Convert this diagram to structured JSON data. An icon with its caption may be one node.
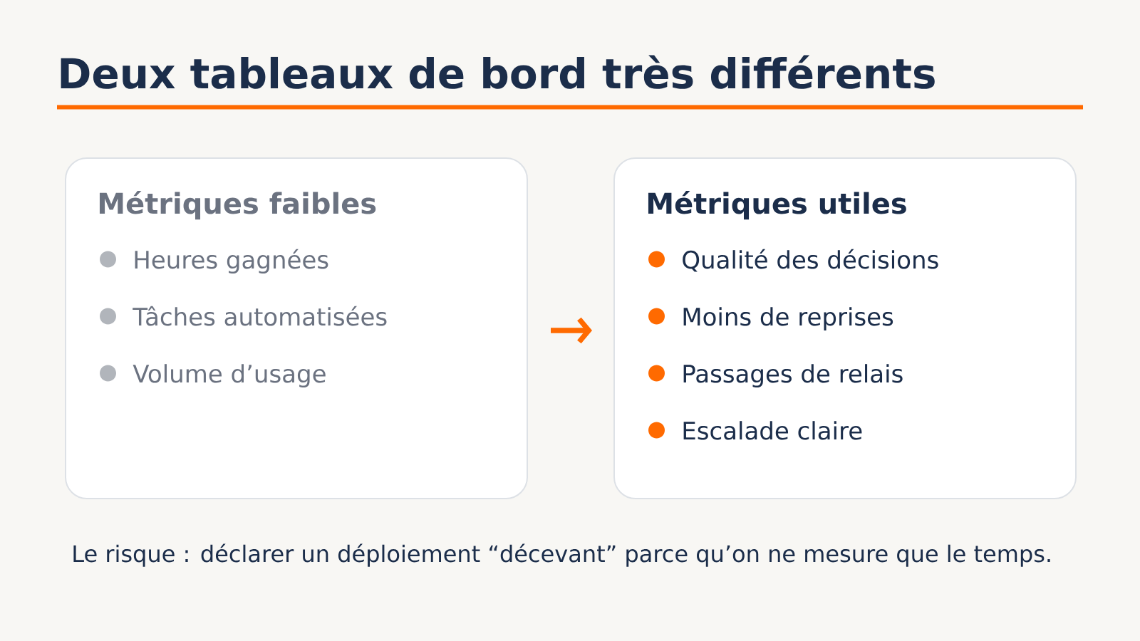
{
  "diagram": {
    "title": "Deux tableaux de bord très différents",
    "nodes": [
      {
        "text": [
          "Métriques faibles",
          "Heures gagnées",
          "Tâches automatisées",
          "Volume d’usage"
        ]
      },
      {
        "text": [
          "Métriques utiles",
          "Qualité des décisions",
          "Moins de reprises",
          "Passages de relais",
          "Escalade claire"
        ]
      }
    ],
    "edges": [
      {
        "from": 0,
        "to": 1,
        "arrow": "to"
      }
    ],
    "caption": "Le risque : déclarer un déploiement “décevant” parce qu’on ne mesure que le temps."
  }
}
